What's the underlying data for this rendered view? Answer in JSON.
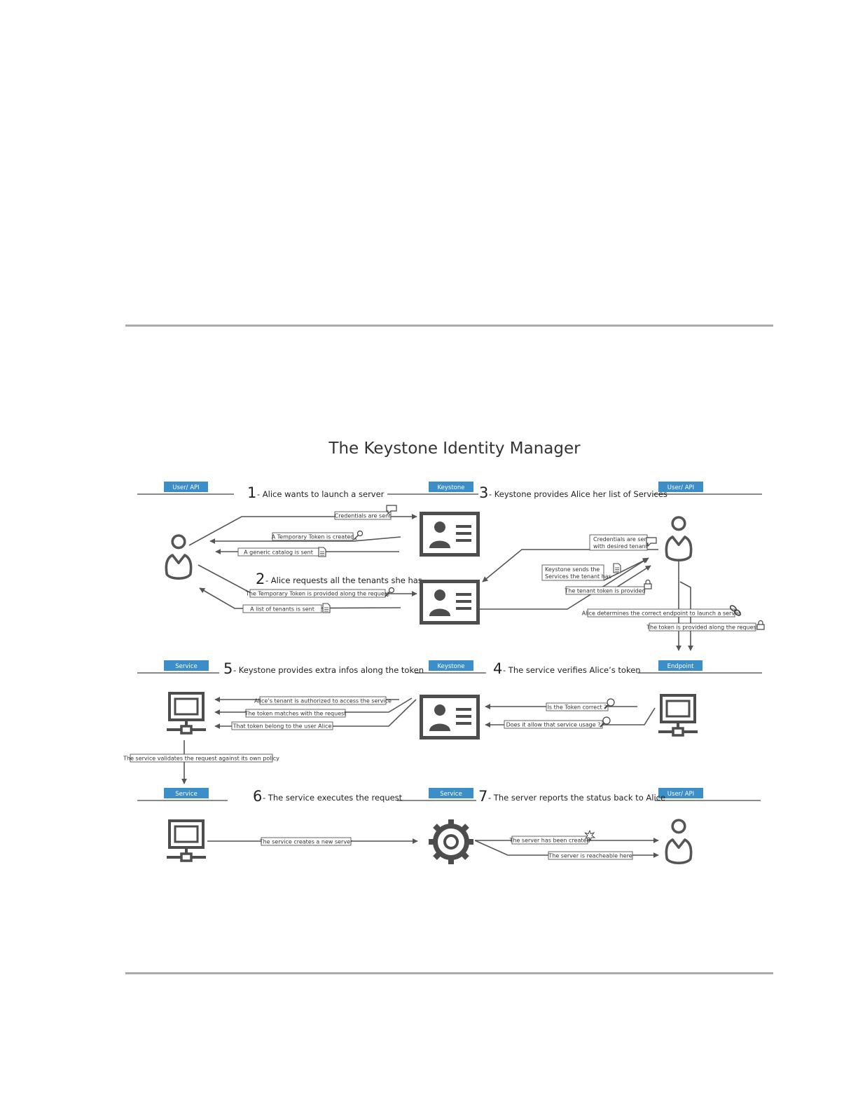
{
  "diagram": {
    "title": "The Keystone Identity Manager",
    "lanes": [
      "User/ API",
      "Keystone",
      "User/ API",
      "Service",
      "Keystone",
      "Endpoint",
      "Service",
      "Service",
      "User/ API"
    ],
    "steps": [
      {
        "num": "1",
        "text": "- Alice wants to launch a server"
      },
      {
        "num": "2",
        "text": "- Alice requests all the tenants she has"
      },
      {
        "num": "3",
        "text": "- Keystone provides Alice her list of Services"
      },
      {
        "num": "4",
        "text": "- The service verifies Alice’s token"
      },
      {
        "num": "5",
        "text": "- Keystone provides extra infos along the token"
      },
      {
        "num": "6",
        "text": "- The service executes the request"
      },
      {
        "num": "7",
        "text": "- The server reports the status back to Alice"
      }
    ],
    "messages": [
      "Credentials are sent",
      "A Temporary Token is created",
      "A generic catalog is sent",
      "The Temporary Token is provided along the request",
      "A list of tenants is sent",
      "Credentials are sent",
      "with desired tenant",
      "Keystone sends the",
      "Services the tenant has",
      "The tenant token is provided",
      "Alice determines the correct endpoint to launch a server",
      "The token is provided along the request",
      "Alice’s tenant is authorized to access the service",
      "The token matches with the request",
      "That token belong to the user Alice",
      "Is the Token correct ?",
      "Does it allow that service usage ?",
      "The service validates the request against its own policy",
      "The service creates a new server",
      "The server has been created",
      "The server is reacheable here"
    ]
  }
}
